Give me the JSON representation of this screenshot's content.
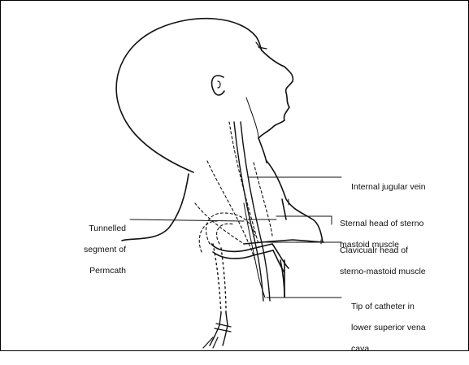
{
  "labels": {
    "internal_jugular": "Internal jugular vein",
    "sternal_head": [
      "Sternal head of sterno",
      "mastoid muscle"
    ],
    "clavicular_head": [
      "Clavicualr head of",
      "sterno-mastoid muscle"
    ],
    "catheter_tip": [
      "Tip of catheter in",
      "lower superior vena",
      "cava"
    ],
    "tunnelled_segment": [
      "Tunnelled",
      "segment of",
      "Permcath"
    ]
  }
}
